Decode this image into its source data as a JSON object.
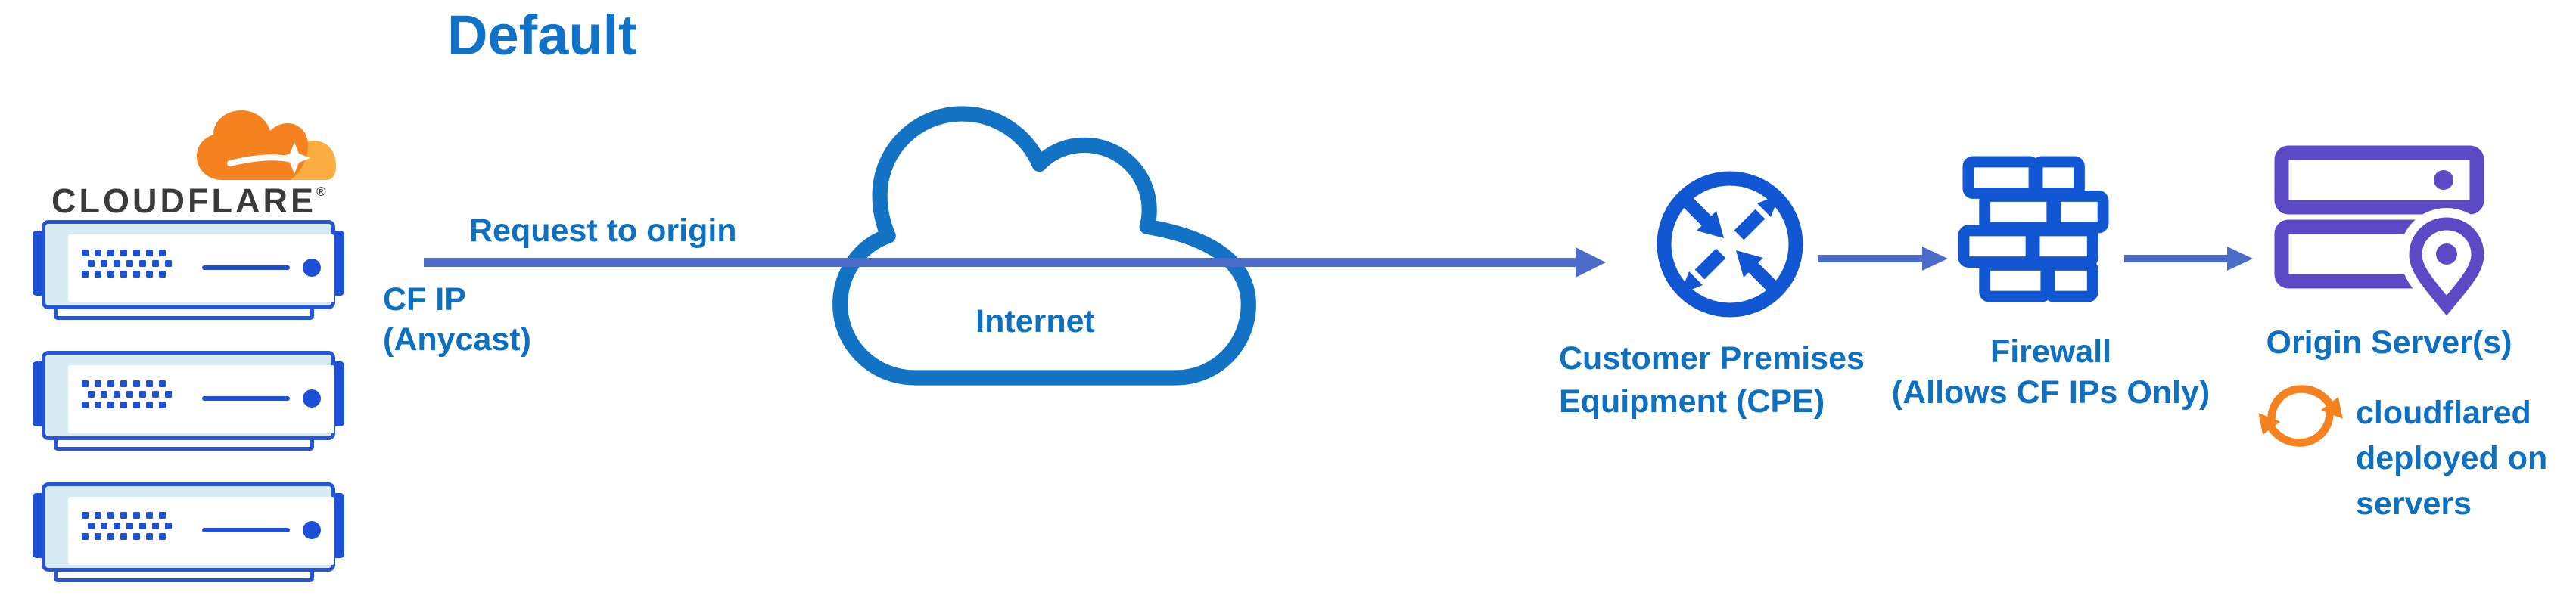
{
  "title": "Default",
  "logo": {
    "brand": "CLOUDFLARE",
    "registered_mark": "®"
  },
  "edge": {
    "request_label": "Request to origin",
    "ip_lines": [
      "CF IP",
      "(Anycast)"
    ]
  },
  "internet": {
    "label": "Internet"
  },
  "cpe": {
    "label_lines": [
      "Customer Premises",
      "Equipment (CPE)"
    ]
  },
  "firewall": {
    "label_lines": [
      "Firewall",
      "(Allows CF IPs Only)"
    ]
  },
  "origin": {
    "label": "Origin Server(s)",
    "note_lines": [
      "cloudflared",
      "deployed on",
      "servers"
    ]
  },
  "colors": {
    "text_blue": "#0e70c0",
    "title_blue": "#1173c8",
    "icon_blue": "#1156d2",
    "arrow_blue": "#4b6dc9",
    "server_fill": "#d6ebf4",
    "server_border": "#2456d6",
    "purple": "#5b49c6",
    "orange": "#f6821f",
    "orange_light": "#fbad41",
    "wordmark_dark": "#3b3b3b"
  }
}
